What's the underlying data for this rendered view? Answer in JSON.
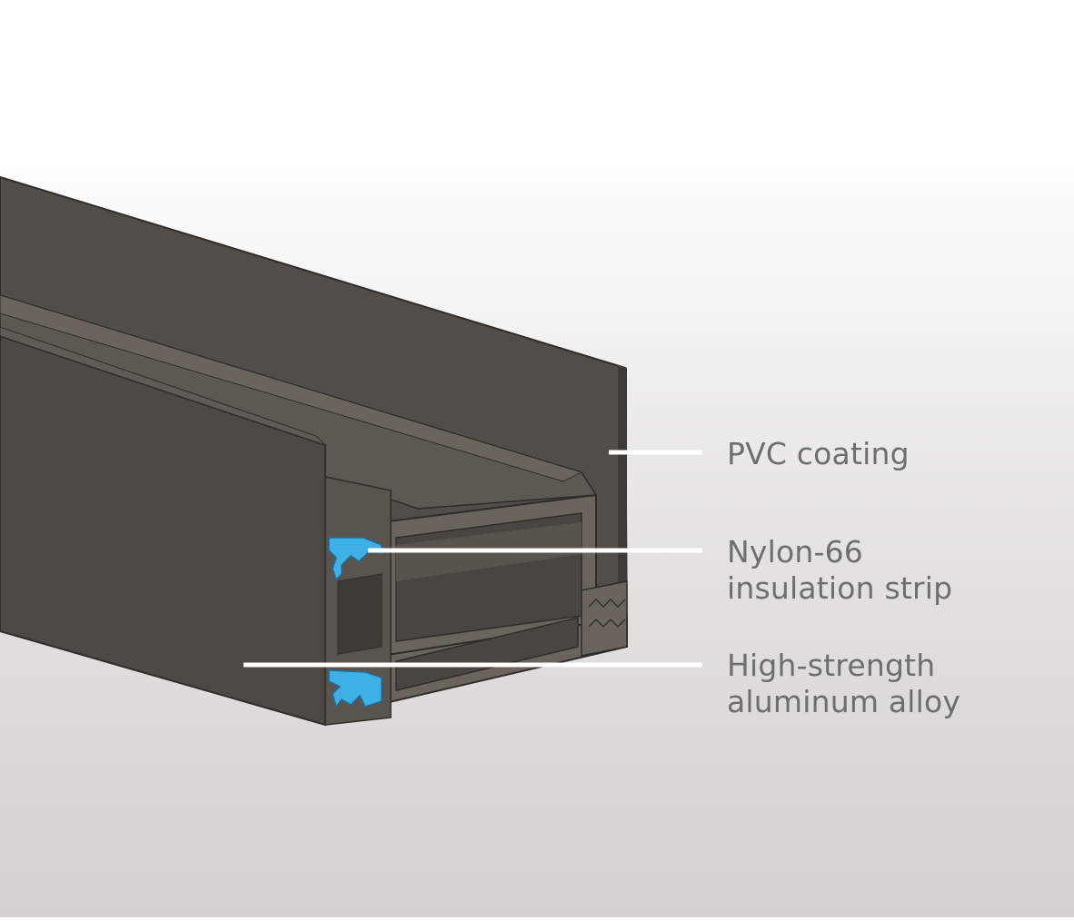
{
  "colors": {
    "profile_face": "#4e4944",
    "profile_top": "#5b5650",
    "profile_section": "#6b645c",
    "profile_edge": "#2f2c29",
    "insulation_strip": "#3fb0e6",
    "leader_line": "#ffffff",
    "label_text": "#6e6e70"
  },
  "callouts": {
    "pvc": {
      "line1": "PVC coating"
    },
    "nylon": {
      "line1": "Nylon-66",
      "line2": "insulation strip"
    },
    "aluminum": {
      "line1": "High-strength",
      "line2": "aluminum alloy"
    }
  }
}
